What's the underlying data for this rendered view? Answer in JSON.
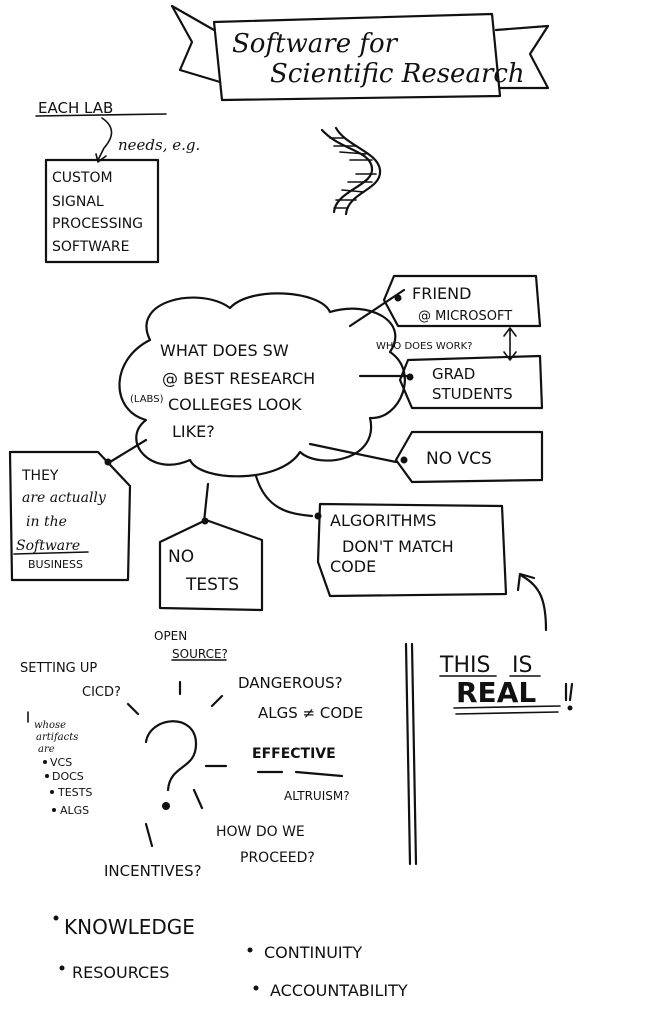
{
  "banner": {
    "line1": "Software for",
    "line2": "Scientific Research"
  },
  "each_lab": {
    "label": "EACH LAB",
    "needs": "needs, e.g."
  },
  "custom_box": {
    "lines": [
      "CUSTOM",
      "SIGNAL",
      "PROCESSING",
      "SOFTWARE"
    ]
  },
  "cloud": {
    "lines": [
      "WHAT DOES SW",
      "@ BEST RESEARCH",
      "COLLEGES LOOK",
      "LIKE?"
    ],
    "labs_note": "(LABS)"
  },
  "friend_tag": {
    "line1": "FRIEND",
    "line2": "@ MICROSOFT"
  },
  "who_does_work": "WHO DOES WORK?",
  "grad_tag": {
    "line1": "GRAD",
    "line2": "STUDENTS"
  },
  "no_vcs": "NO VCS",
  "they_tag": {
    "lines": [
      "THEY",
      "are actually",
      "in the"
    ],
    "software": "Software",
    "business": "BUSINESS"
  },
  "no_tests": {
    "line1": "NO",
    "line2": "TESTS"
  },
  "algorithms_tag": {
    "lines": [
      "ALGORITHMS",
      "DON'T MATCH",
      "CODE"
    ]
  },
  "this_is_real": {
    "this": "THIS",
    "is": "IS",
    "real": "REAL"
  },
  "question_cluster": {
    "setting_up": "SETTING UP",
    "cicd": "CICD?",
    "open_source_1": "OPEN",
    "open_source_2": "SOURCE?",
    "dangerous": "DANGEROUS?",
    "algs_ne_code": "ALGS ≠ CODE",
    "effective": "EFFECTIVE",
    "altruism": "ALTRUISM?",
    "how_do_we": "HOW DO WE",
    "proceed": "PROCEED?",
    "incentives": "INCENTIVES?",
    "whose_1": "whose",
    "whose_2": "artifacts",
    "whose_3": "are",
    "artifacts": [
      "VCS",
      "DOCS",
      "TESTS",
      "ALGS"
    ]
  },
  "bottom_list": {
    "knowledge": "KNOWLEDGE",
    "resources": "RESOURCES",
    "continuity": "CONTINUITY",
    "accountability": "ACCOUNTABILITY"
  }
}
